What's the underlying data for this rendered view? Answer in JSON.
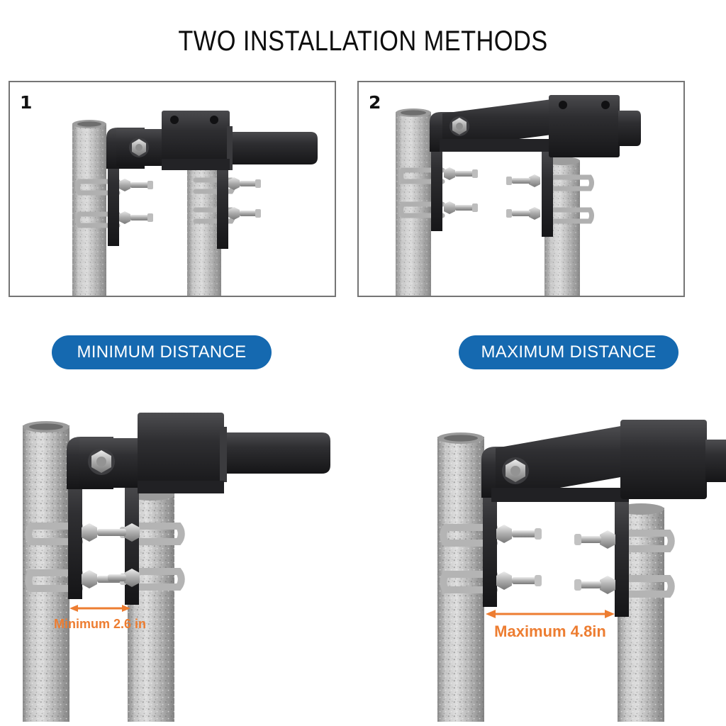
{
  "title": "TWO INSTALLATION METHODS",
  "colors": {
    "badge_blue": "#1569b0",
    "arrow_orange": "#ed7d31",
    "bracket_black": "#2b2b2d",
    "pole_gray": "#b4b4b4",
    "panel_border": "#757575",
    "background": "#ffffff",
    "title_black": "#0d0d0d"
  },
  "panels": [
    {
      "number": "1",
      "caption_badge": "MINIMUM DISTANCE",
      "description": "Narrow pole spacing mounting method"
    },
    {
      "number": "2",
      "caption_badge": "MAXIMUM DISTANCE",
      "description": "Wide pole spacing mounting method"
    }
  ],
  "badges": {
    "minimum": "MINIMUM DISTANCE",
    "maximum": "MAXIMUM DISTANCE"
  },
  "dimensions": {
    "minimum_label": "Minimum 2.6 in",
    "maximum_label": "Maximum 4.8in"
  },
  "hardware": {
    "pole_count": 2,
    "ubolt_count_per_pole": 2,
    "mount_plate_holes": 2,
    "pivot_bolt": "hex-bolt"
  }
}
